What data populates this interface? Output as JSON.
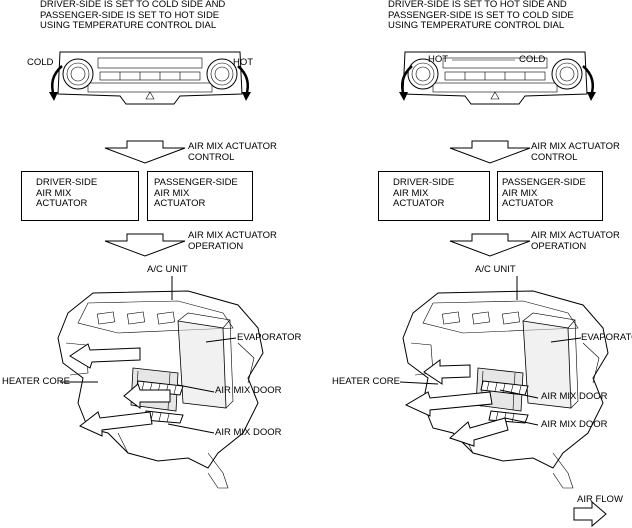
{
  "left": {
    "caption": "DRIVER-SIDE IS SET TO COLD SIDE AND\nPASSENGER-SIDE IS SET TO HOT SIDE\nUSING TEMPERATURE CONTROL DIAL",
    "dial_left": "COLD",
    "dial_right": "HOT",
    "step1": "AIR MIX ACTUATOR\nCONTROL",
    "actuator_driver": "DRIVER-SIDE\nAIR MIX\nACTUATOR",
    "actuator_passenger": "PASSENGER-SIDE\nAIR MIX\nACTUATOR",
    "step2": "AIR MIX ACTUATOR\nOPERATION",
    "unit": "A/C UNIT",
    "evaporator": "EVAPORATOR",
    "heater_core": "HEATER CORE",
    "door_top": "AIR MIX DOOR",
    "door_bottom": "AIR MIX DOOR"
  },
  "right": {
    "caption": "DRIVER-SIDE IS SET TO HOT SIDE AND\nPASSENGER-SIDE IS SET TO COLD SIDE\nUSING TEMPERATURE CONTROL DIAL",
    "dial_left": "HOT",
    "dial_right": "COLD",
    "step1": "AIR MIX ACTUATOR\nCONTROL",
    "actuator_driver": "DRIVER-SIDE\nAIR MIX\nACTUATOR",
    "actuator_passenger": "PASSENGER-SIDE\nAIR MIX\nACTUATOR",
    "step2": "AIR MIX ACTUATOR\nOPERATION",
    "unit": "A/C UNIT",
    "evaporator": "EVAPORATOR",
    "heater_core": "HEATER CORE",
    "door_top": "AIR MIX DOOR",
    "door_bottom": "AIR MIX DOOR"
  },
  "legend": {
    "air_flow": "AIR FLOW"
  }
}
